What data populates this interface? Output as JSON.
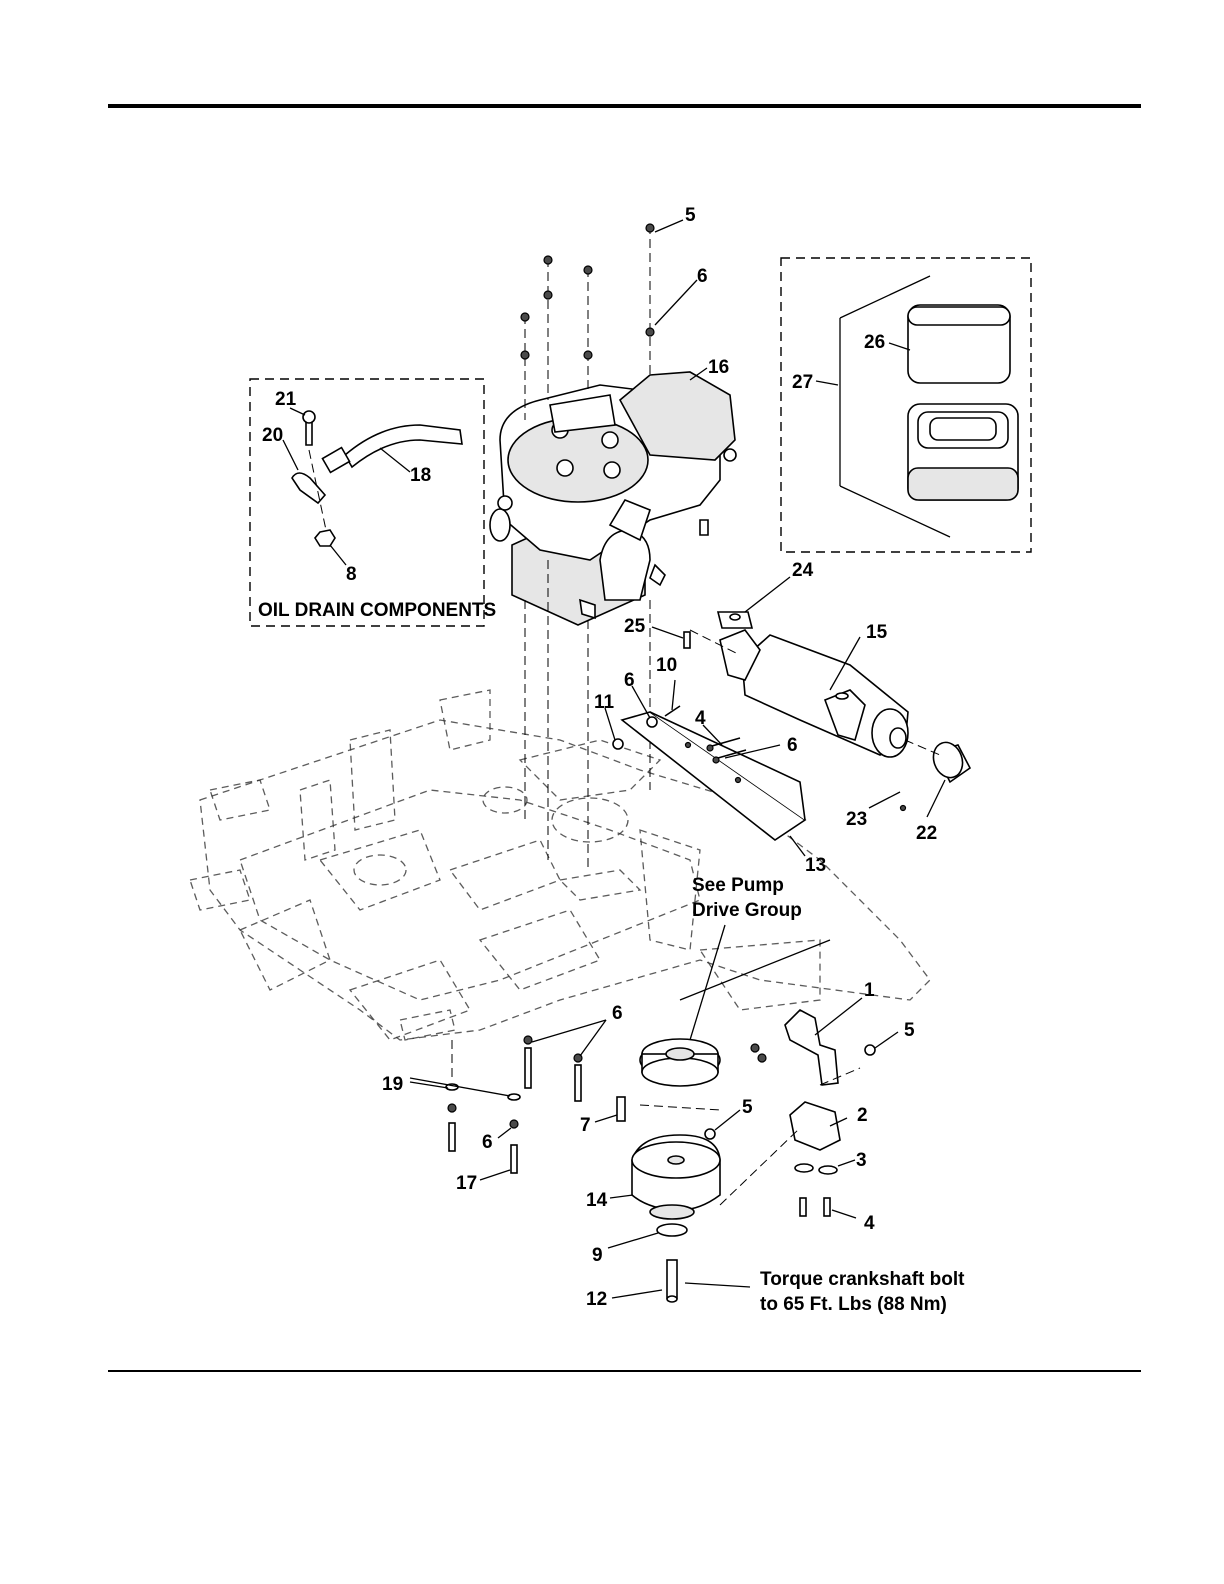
{
  "diagram": {
    "callouts": [
      {
        "id": "c5a",
        "text": "5"
      },
      {
        "id": "c6a",
        "text": "6"
      },
      {
        "id": "c16",
        "text": "16"
      },
      {
        "id": "c26",
        "text": "26"
      },
      {
        "id": "c27",
        "text": "27"
      },
      {
        "id": "c21",
        "text": "21"
      },
      {
        "id": "c20",
        "text": "20"
      },
      {
        "id": "c18",
        "text": "18"
      },
      {
        "id": "c8",
        "text": "8"
      },
      {
        "id": "c24",
        "text": "24"
      },
      {
        "id": "c25",
        "text": "25"
      },
      {
        "id": "c15",
        "text": "15"
      },
      {
        "id": "c10",
        "text": "10"
      },
      {
        "id": "c6b",
        "text": "6"
      },
      {
        "id": "c11",
        "text": "11"
      },
      {
        "id": "c4a",
        "text": "4"
      },
      {
        "id": "c6c",
        "text": "6"
      },
      {
        "id": "c23",
        "text": "23"
      },
      {
        "id": "c22",
        "text": "22"
      },
      {
        "id": "c13",
        "text": "13"
      },
      {
        "id": "c1",
        "text": "1"
      },
      {
        "id": "c5b",
        "text": "5"
      },
      {
        "id": "c6d",
        "text": "6"
      },
      {
        "id": "c19",
        "text": "19"
      },
      {
        "id": "c2",
        "text": "2"
      },
      {
        "id": "c5c",
        "text": "5"
      },
      {
        "id": "c7",
        "text": "7"
      },
      {
        "id": "c6e",
        "text": "6"
      },
      {
        "id": "c3",
        "text": "3"
      },
      {
        "id": "c17",
        "text": "17"
      },
      {
        "id": "c14",
        "text": "14"
      },
      {
        "id": "c4b",
        "text": "4"
      },
      {
        "id": "c9",
        "text": "9"
      },
      {
        "id": "c12",
        "text": "12"
      }
    ],
    "oil_drain_title": "OIL DRAIN COMPONENTS",
    "pump_note": [
      "See Pump",
      "Drive Group"
    ],
    "torque_note": [
      "Torque crankshaft bolt",
      "to 65 Ft. Lbs (88 Nm)"
    ]
  }
}
